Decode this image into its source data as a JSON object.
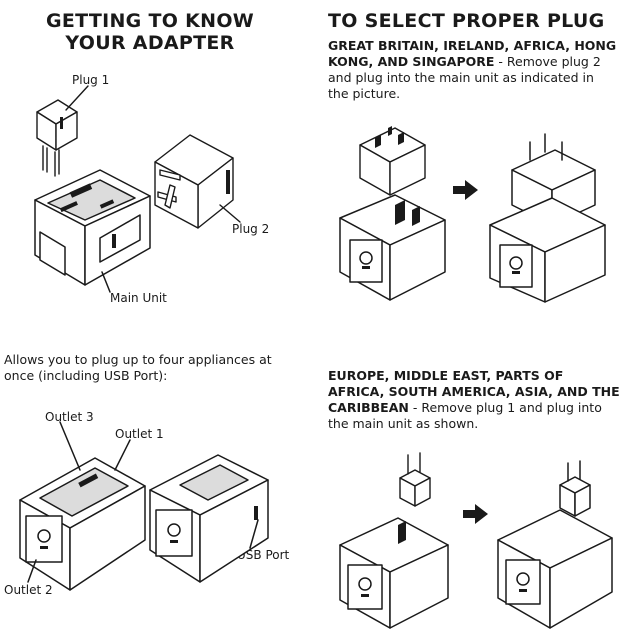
{
  "left_heading": [
    "GETTING TO KNOW",
    "YOUR ADAPTER"
  ],
  "right_heading": "TO SELECT PROPER PLUG",
  "section_uk": {
    "bold_lines": [
      "GREAT BRITAIN, IRELAND, AFRICA, HONG",
      "KONG, AND SINGAPORE"
    ],
    "normal_inline": " - Remove plug 2",
    "normal_lines": [
      "and plug into the main unit as indicated in",
      "the picture."
    ]
  },
  "section_eu": {
    "bold_lines": [
      "EUROPE, MIDDLE EAST, PARTS OF",
      "AFRICA, SOUTH AMERICA, ASIA, AND THE",
      "CARIBBEAN"
    ],
    "normal_inline": " - Remove plug 1 and plug into",
    "normal_lines": [
      "the main unit as shown."
    ]
  },
  "allows_text": [
    "Allows you to plug up to four appliances at",
    "once (including USB Port):"
  ],
  "labels": {
    "plug1": "Plug 1",
    "plug2": "Plug 2",
    "main_unit": "Main Unit",
    "outlet3": "Outlet 3",
    "outlet1": "Outlet 1",
    "outlet2": "Outlet 2",
    "usb_port": "USB Port"
  }
}
